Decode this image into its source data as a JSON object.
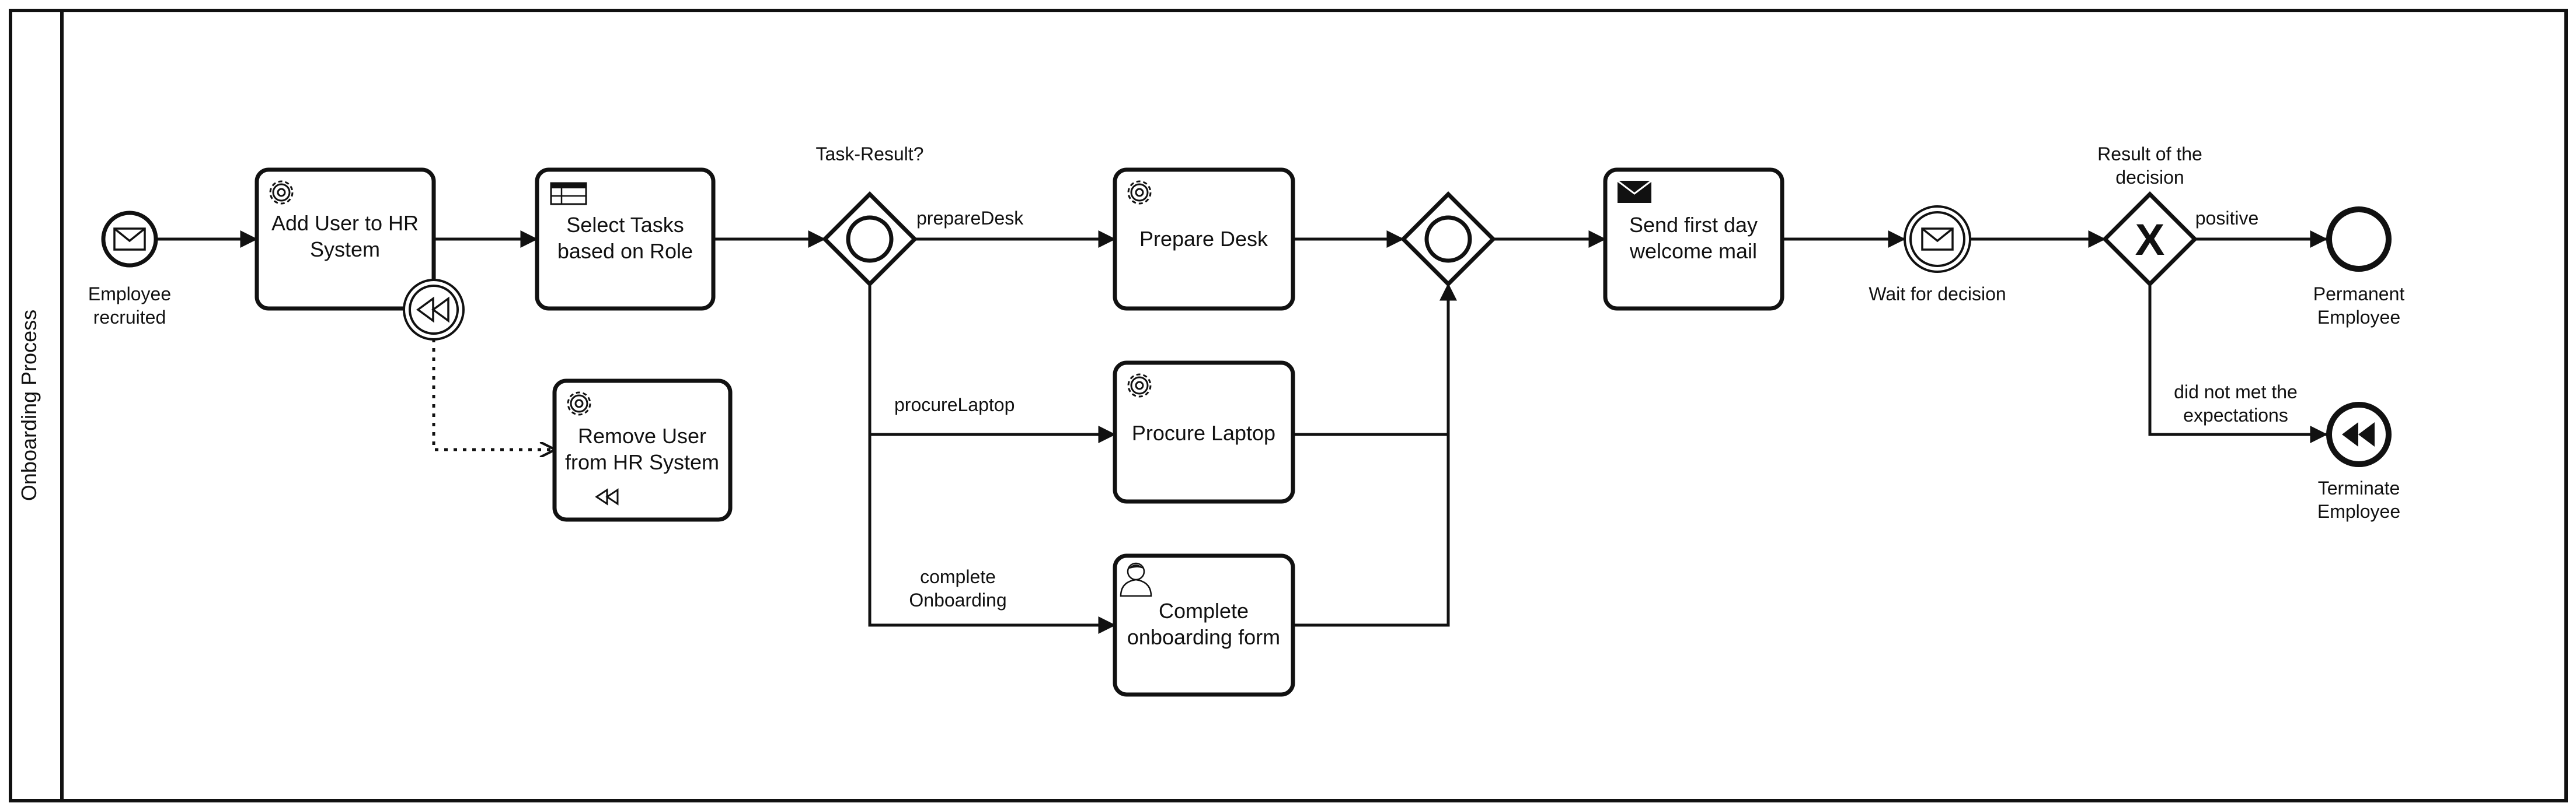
{
  "pool": {
    "name": "Onboarding Process"
  },
  "events": {
    "start": {
      "line1": "Employee",
      "line2": "recruited",
      "icon": "envelope-icon"
    },
    "boundary": {
      "icon": "compensation-icon"
    },
    "intermediate": {
      "label": "Wait for decision",
      "icon": "envelope-icon"
    },
    "end_permanent": {
      "line1": "Permanent",
      "line2": "Employee"
    },
    "end_terminate": {
      "line1": "Terminate",
      "line2": "Employee",
      "icon": "compensation-icon"
    }
  },
  "tasks": {
    "add_user": {
      "line1": "Add User to HR",
      "line2": "System",
      "icon": "gear-icon"
    },
    "select_tasks": {
      "line1": "Select Tasks",
      "line2": "based on Role",
      "icon": "table-icon"
    },
    "remove_user": {
      "line1": "Remove User",
      "line2": "from HR System",
      "icon": "gear-icon",
      "marker": "compensation-icon"
    },
    "prepare_desk": {
      "line1": "Prepare Desk",
      "icon": "gear-icon"
    },
    "procure_laptop": {
      "line1": "Procure Laptop",
      "icon": "gear-icon"
    },
    "complete_form": {
      "line1": "Complete",
      "line2": "onboarding form",
      "icon": "user-icon"
    },
    "send_mail": {
      "line1": "Send first day",
      "line2": "welcome mail",
      "icon": "envelope-filled-icon"
    }
  },
  "gateways": {
    "inclusive_split": {
      "label": "Task-Result?"
    },
    "inclusive_join": {
      "label": ""
    },
    "exclusive": {
      "line1": "Result of the",
      "line2": "decision",
      "marker": "X"
    }
  },
  "flows": {
    "prepare_desk": "prepareDesk",
    "procure_laptop": "procureLaptop",
    "complete_onboarding_1": "complete",
    "complete_onboarding_2": "Onboarding",
    "positive": "positive",
    "not_met_1": "did not met the",
    "not_met_2": "expectations"
  }
}
